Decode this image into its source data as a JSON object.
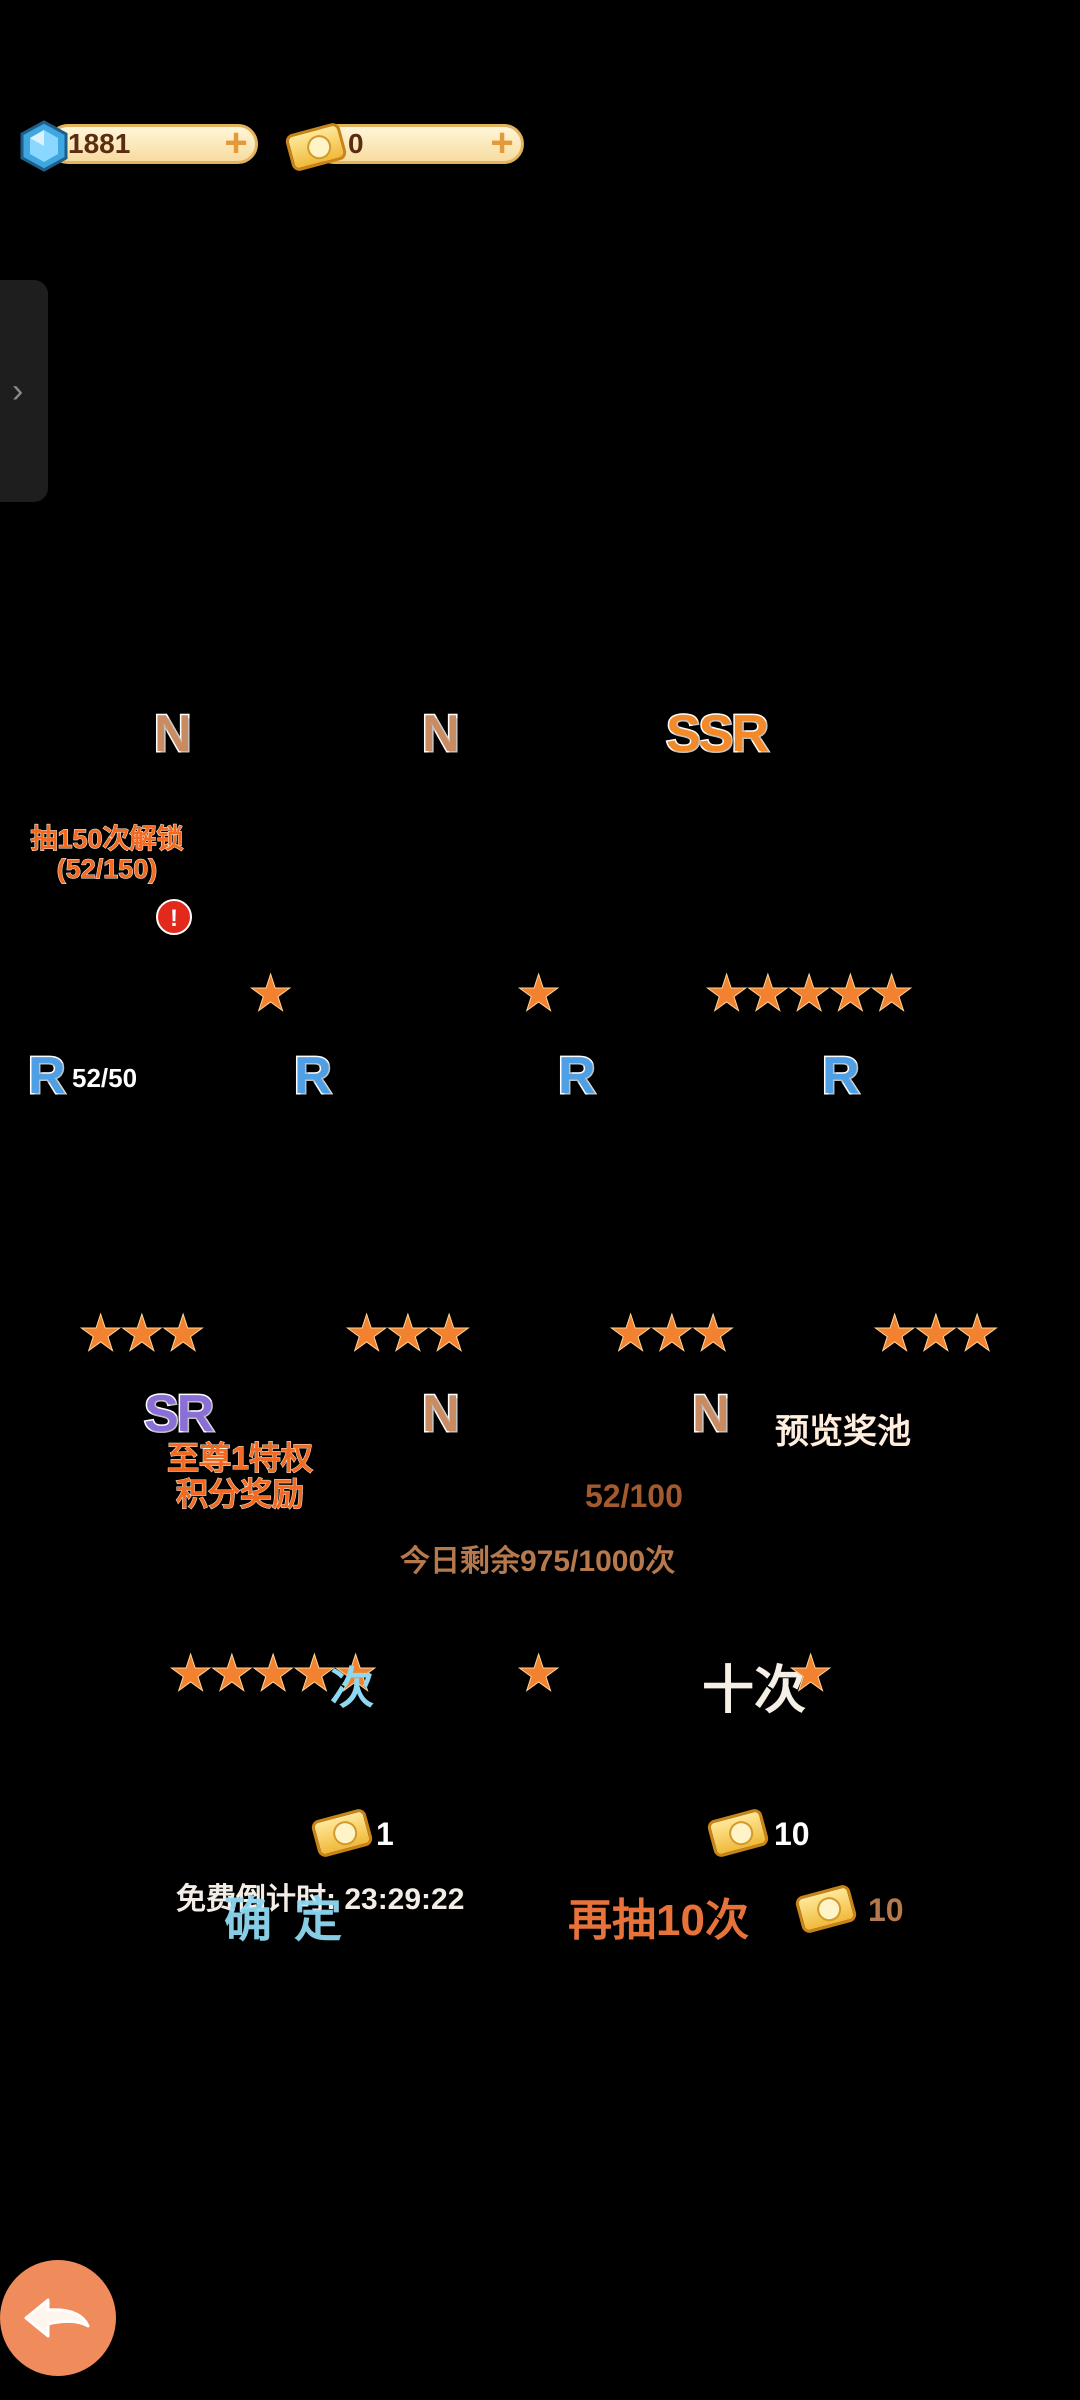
{
  "currencies": {
    "gems": {
      "icon": "gem-icon",
      "value": "1881",
      "plus": "+"
    },
    "tickets": {
      "icon": "ticket-icon",
      "value": "0",
      "plus": "+"
    }
  },
  "side_handle": {
    "chevron": "›"
  },
  "slots_row1": [
    {
      "rarity": "N",
      "stars": "★"
    },
    {
      "rarity": "N",
      "stars": "★"
    },
    {
      "rarity": "SSR",
      "stars": "★★★★★"
    }
  ],
  "locked_slot": {
    "line1": "抽150次解锁",
    "line2": "(52/150)",
    "alert": "!"
  },
  "slots_row2": [
    {
      "rarity": "R",
      "count": "52/50",
      "stars": "★★★"
    },
    {
      "rarity": "R",
      "stars": "★★★"
    },
    {
      "rarity": "R",
      "stars": "★★★"
    },
    {
      "rarity": "R",
      "stars": "★★★"
    }
  ],
  "slots_row3": [
    {
      "rarity": "SR",
      "stars": "★★★★★"
    },
    {
      "rarity": "N",
      "stars": "★"
    },
    {
      "rarity": "N",
      "stars": "★"
    }
  ],
  "privilege": {
    "line1": "至尊1特权",
    "line2": "积分奖励"
  },
  "preview_pool": "预览奖池",
  "progress": "52/100",
  "remaining_today": "今日剩余975/1000次",
  "ten_times": "十次",
  "blue_fragment": "次",
  "single_cost": "1",
  "ten_cost": "10",
  "free_countdown": "免费倒计时: 23:29:22",
  "confirm": "确定",
  "draw_again": "再抽10次",
  "draw_again_cost": "10",
  "colors": {
    "accent": "#f28230",
    "background": "#000000"
  }
}
